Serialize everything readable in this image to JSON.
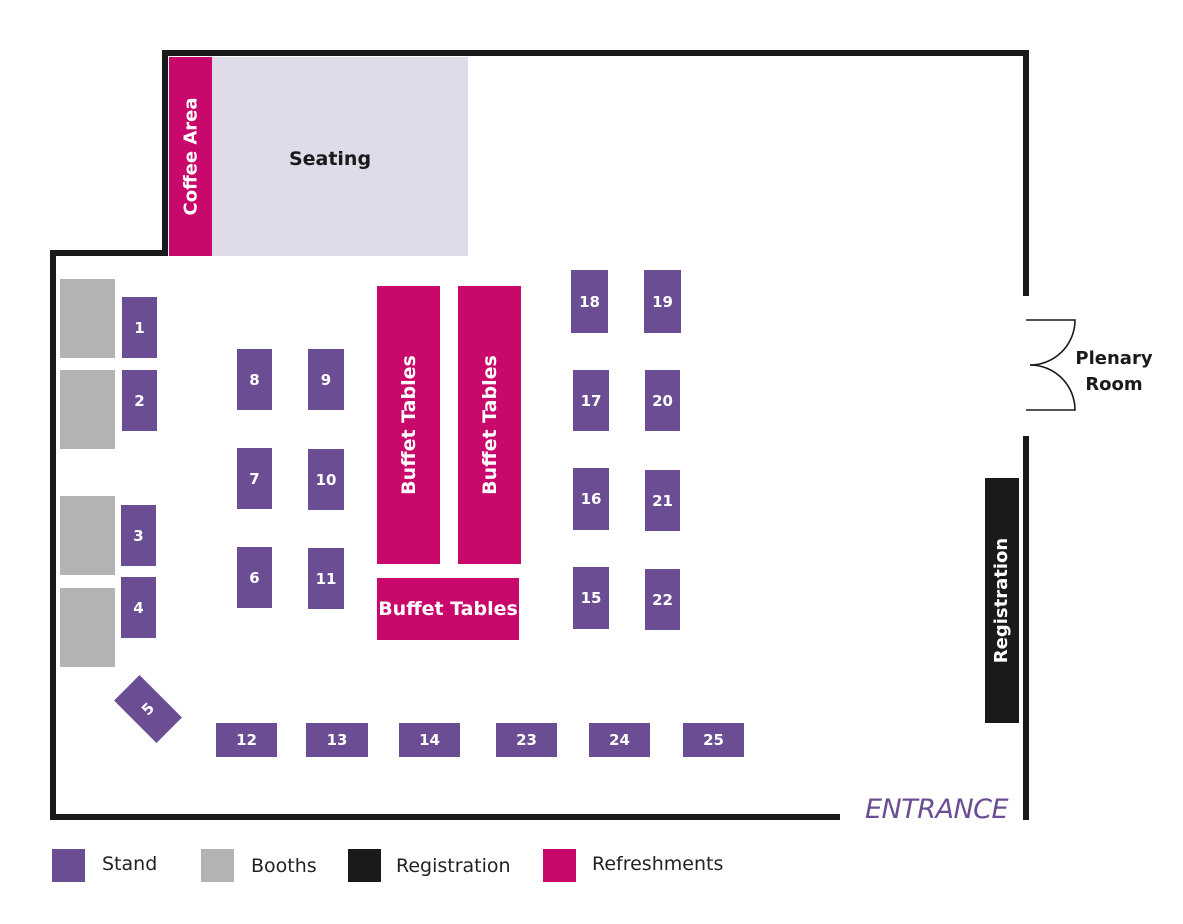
{
  "colors": {
    "stand": "#6a4d93",
    "booth": "#b3b3b3",
    "registration": "#1a1a1a",
    "refreshments": "#c8086a",
    "seating": "#dfdbe9",
    "entrance_text": "#6a4d93",
    "wall": "#1a1a1a"
  },
  "areas": {
    "coffee": "Coffee Area",
    "seating": "Seating",
    "buffet_left": "Buffet Tables",
    "buffet_right": "Buffet Tables",
    "buffet_bottom": "Buffet Tables",
    "registration": "Registration",
    "plenary_line1": "Plenary",
    "plenary_line2": "Room",
    "entrance": "ENTRANCE"
  },
  "stands": [
    "1",
    "2",
    "3",
    "4",
    "5",
    "6",
    "7",
    "8",
    "9",
    "10",
    "11",
    "12",
    "13",
    "14",
    "15",
    "16",
    "17",
    "18",
    "19",
    "20",
    "21",
    "22",
    "23",
    "24",
    "25"
  ],
  "legend": [
    {
      "label": "Stand",
      "color_key": "stand"
    },
    {
      "label": "Booths",
      "color_key": "booth"
    },
    {
      "label": "Registration",
      "color_key": "registration"
    },
    {
      "label": "Refreshments",
      "color_key": "refreshments"
    }
  ]
}
